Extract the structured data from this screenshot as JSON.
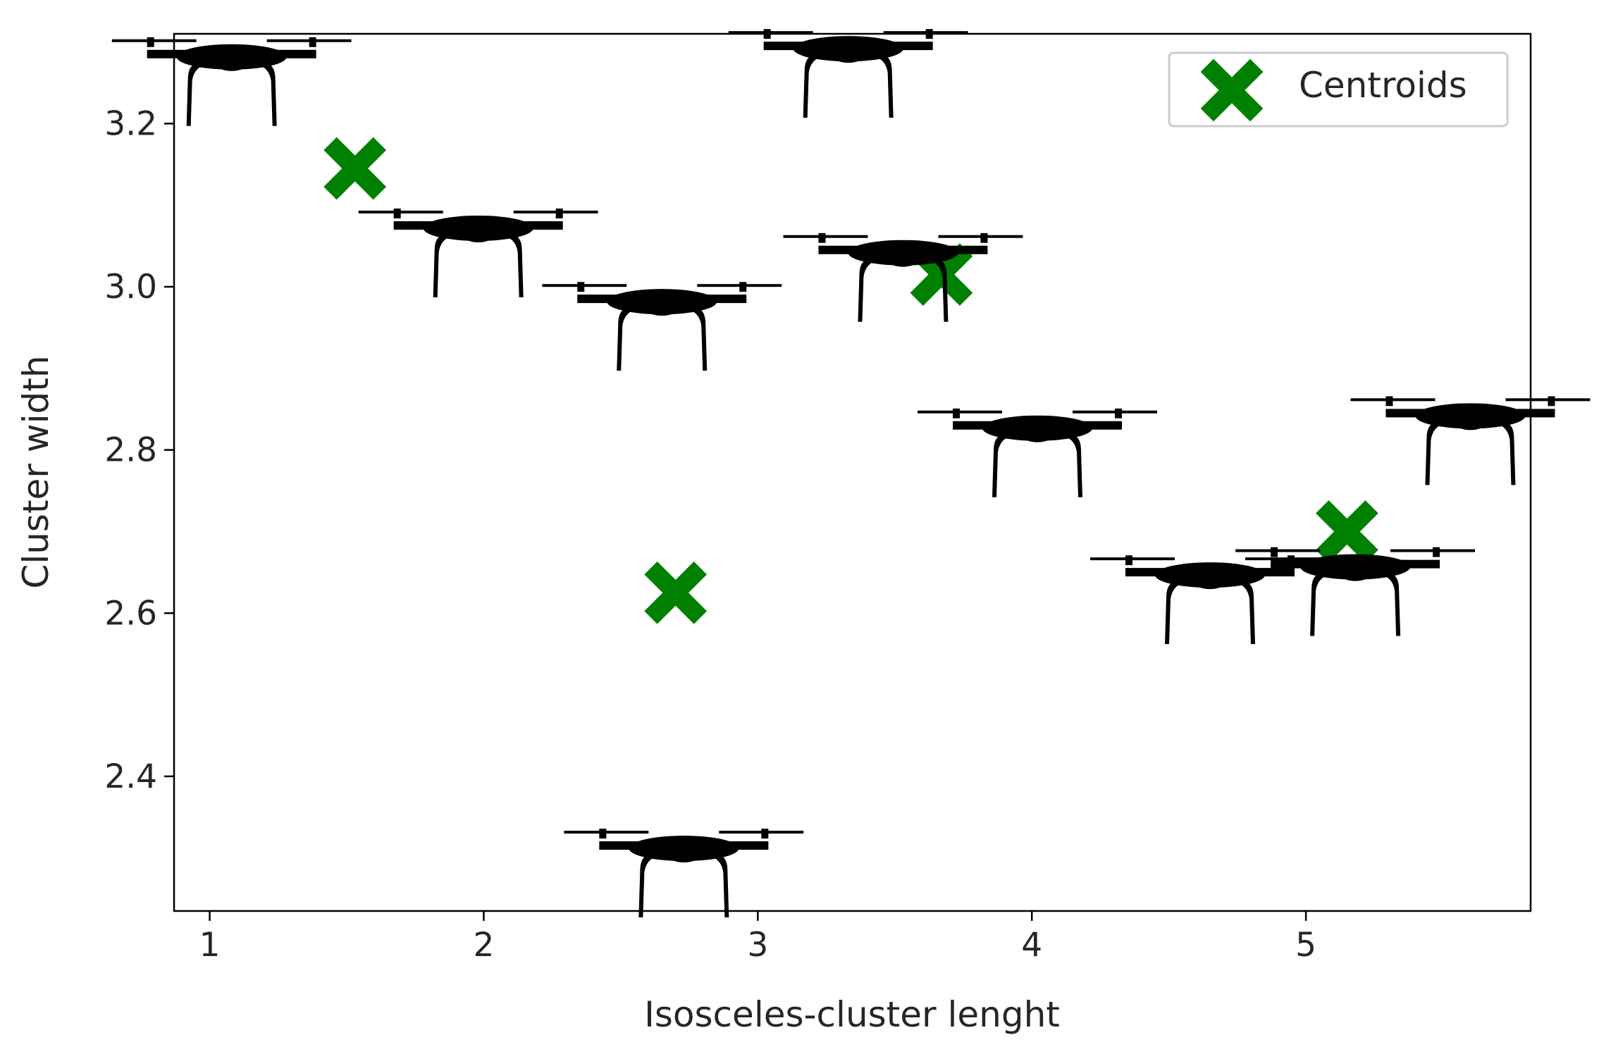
{
  "chart_data": {
    "type": "scatter",
    "title": "",
    "xlabel": "Isosceles-cluster lenght",
    "ylabel": "Cluster width",
    "xlim": [
      0.87,
      5.82
    ],
    "ylim": [
      2.235,
      3.31
    ],
    "xticks": [
      1,
      2,
      3,
      4,
      5
    ],
    "yticks": [
      2.4,
      2.6,
      2.8,
      3.0,
      3.2
    ],
    "xtick_labels": [
      "1",
      "2",
      "3",
      "4",
      "5"
    ],
    "ytick_labels": [
      "2.4",
      "2.6",
      "2.8",
      "3.0",
      "3.2"
    ],
    "grid": false,
    "legend_position": "top-right",
    "series": [
      {
        "name": "Centroids",
        "marker": "X",
        "color": "#008000",
        "points": [
          {
            "x": 1.53,
            "y": 3.145
          },
          {
            "x": 2.7,
            "y": 2.625
          },
          {
            "x": 3.67,
            "y": 3.015
          },
          {
            "x": 5.15,
            "y": 2.7
          }
        ]
      },
      {
        "marker": "drone-icon",
        "color": "#000000",
        "points": [
          {
            "x": 1.08,
            "y": 3.28
          },
          {
            "x": 1.98,
            "y": 3.07
          },
          {
            "x": 2.65,
            "y": 2.98
          },
          {
            "x": 3.33,
            "y": 3.29
          },
          {
            "x": 3.53,
            "y": 3.04
          },
          {
            "x": 4.02,
            "y": 2.825
          },
          {
            "x": 2.73,
            "y": 2.31
          },
          {
            "x": 4.65,
            "y": 2.645
          },
          {
            "x": 5.18,
            "y": 2.655
          },
          {
            "x": 5.6,
            "y": 2.84
          }
        ]
      }
    ]
  }
}
